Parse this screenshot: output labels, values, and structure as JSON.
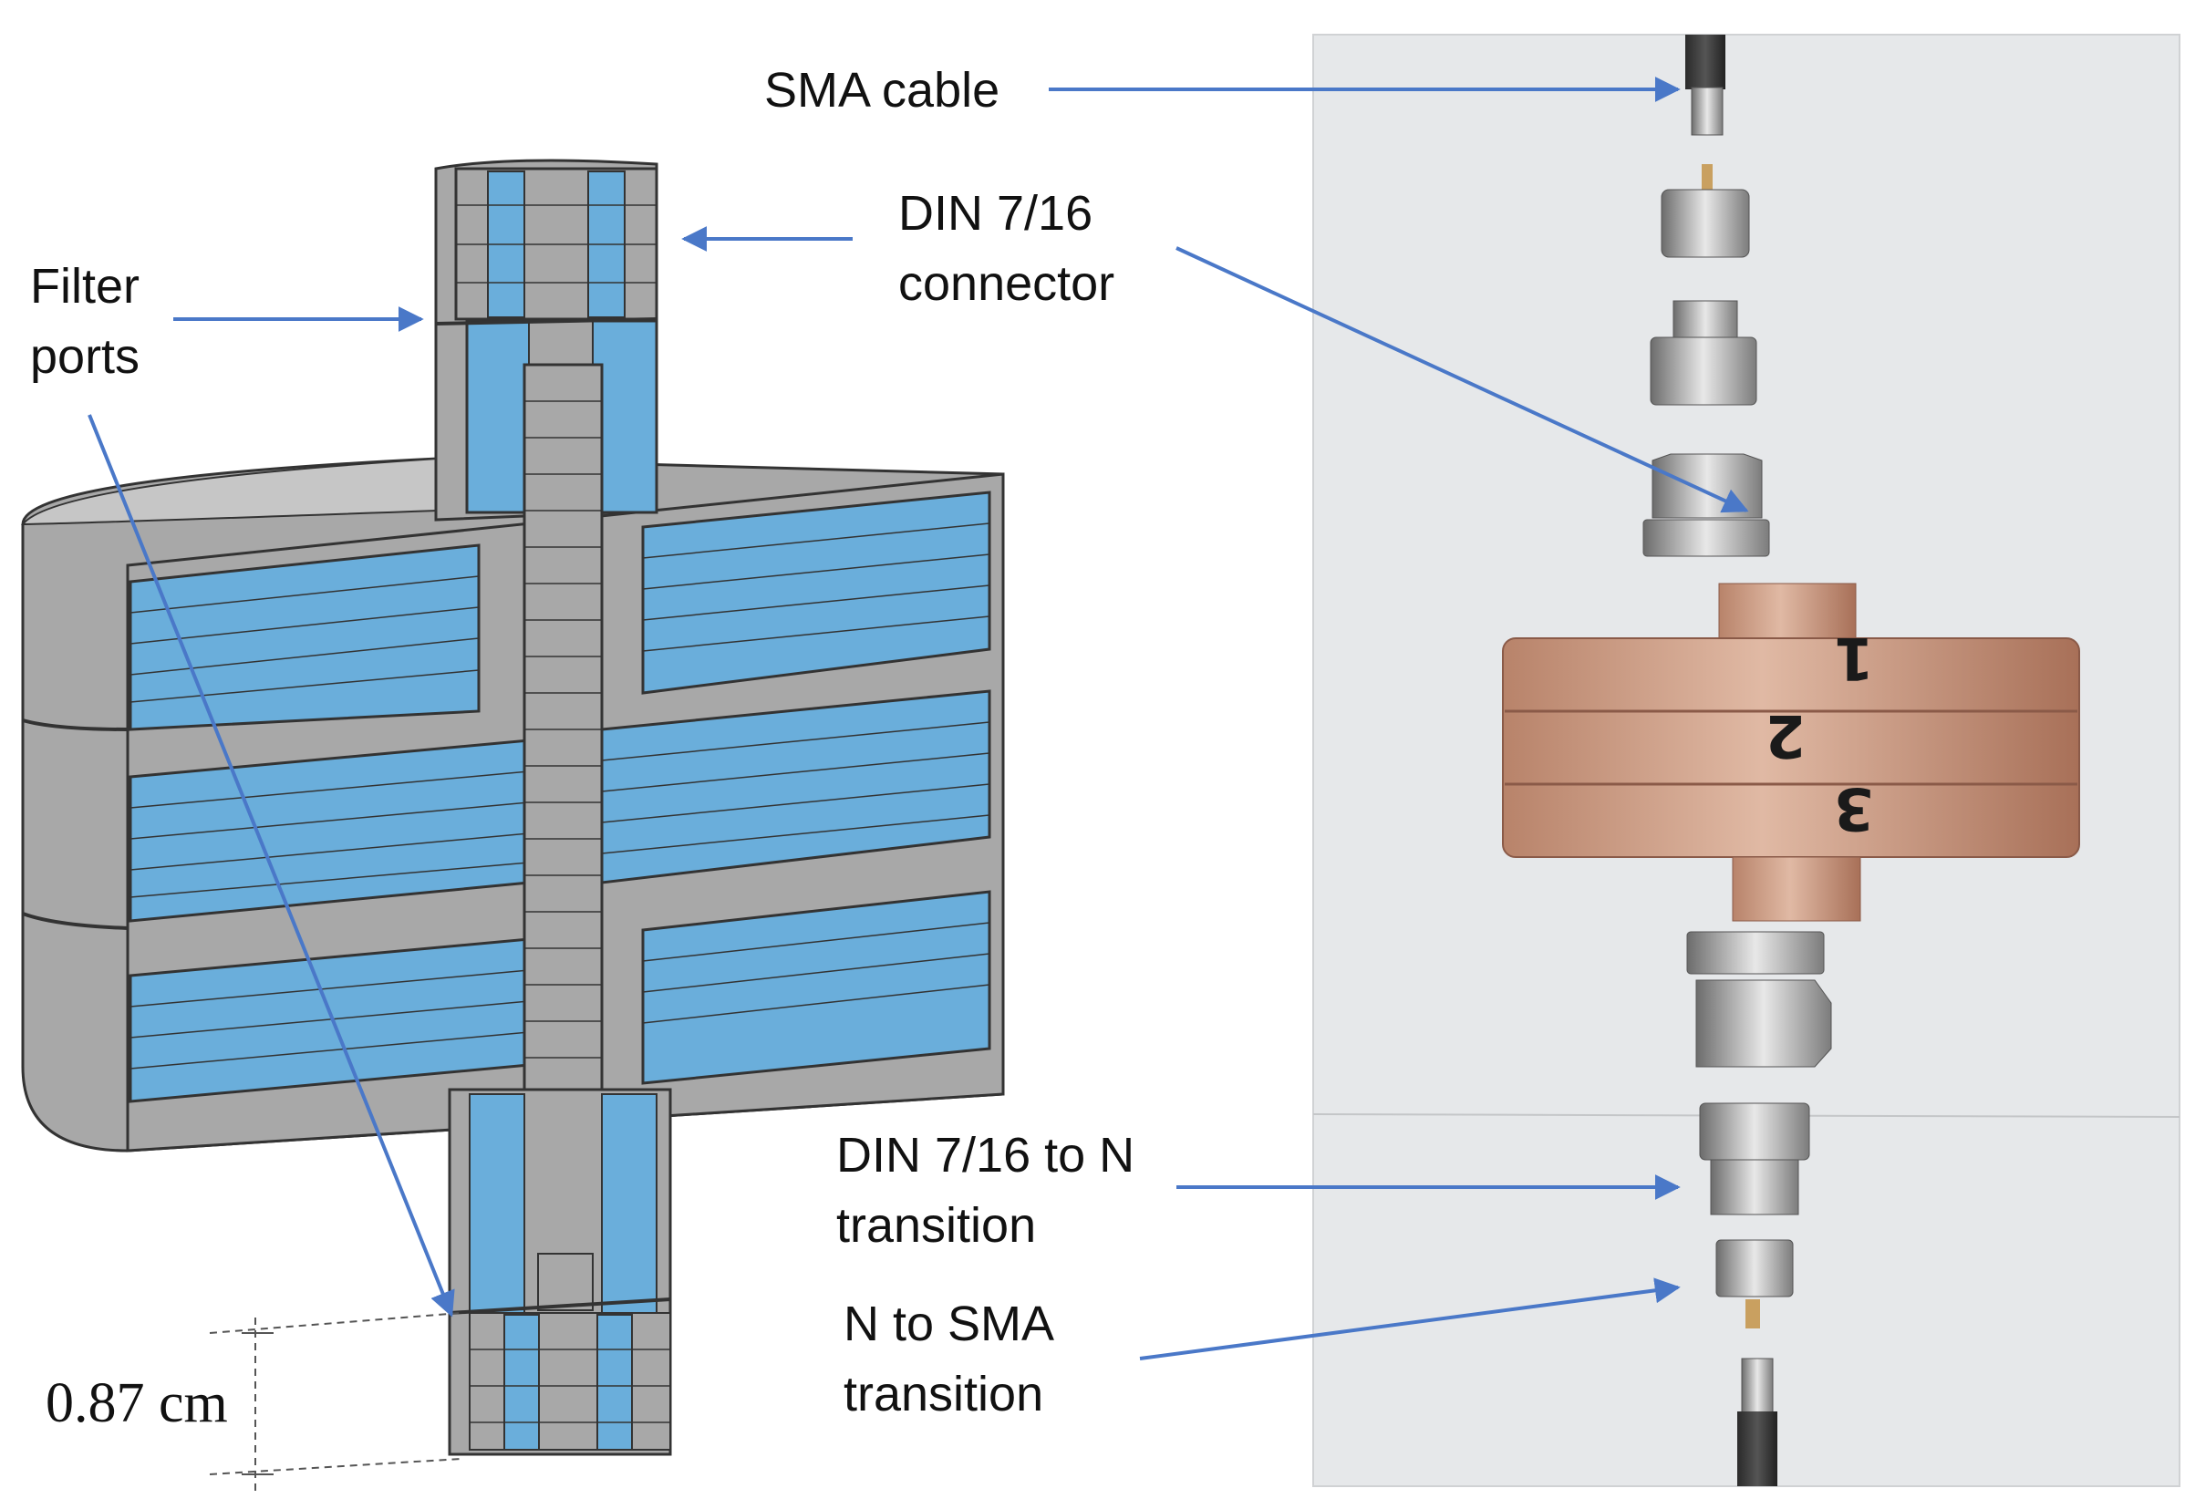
{
  "labels": {
    "sma_cable": "SMA cable",
    "din_connector_1": "DIN 7/16",
    "din_connector_2": "connector",
    "filter_ports_1": "Filter",
    "filter_ports_2": "ports",
    "din_to_n_1": "DIN 7/16 to N",
    "din_to_n_2": "transition",
    "n_to_sma_1": "N to SMA",
    "n_to_sma_2": "transition",
    "dimension": "0.87 cm"
  },
  "plate_numbers": [
    "1",
    "2",
    "3"
  ],
  "colors": {
    "metal_gray": "#a8a8a8",
    "inner_blue": "#6aaedb",
    "arrow_blue": "#4a78c8",
    "copper": "#c89880",
    "photo_background": "#e6e8ea"
  }
}
